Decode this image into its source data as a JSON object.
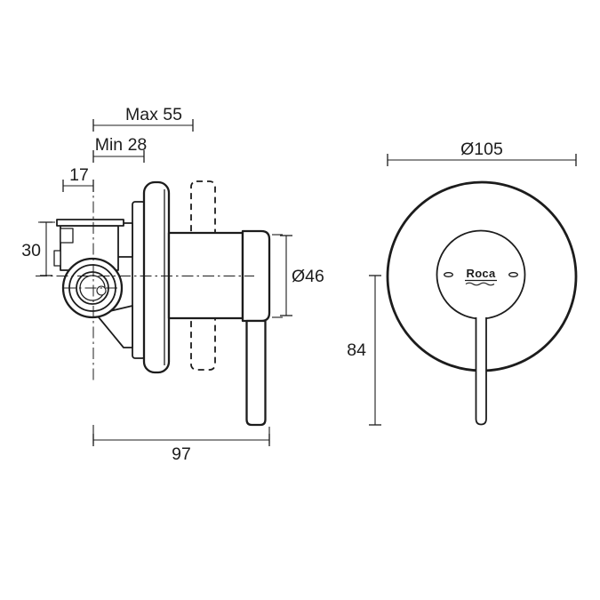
{
  "drawing": {
    "background": "#ffffff",
    "line_color": "#1c1c1c",
    "text_color": "#1c1c1c",
    "side_view": {
      "dimensions": {
        "max_depth": "Max 55",
        "min_depth": "Min 28",
        "top_offset": "17",
        "inlet_height": "30",
        "sleeve_diameter": "Ø46",
        "overall_depth": "97"
      }
    },
    "front_view": {
      "dimensions": {
        "plate_diameter": "Ø105",
        "lever_drop": "84"
      },
      "logo": "Roca"
    }
  }
}
